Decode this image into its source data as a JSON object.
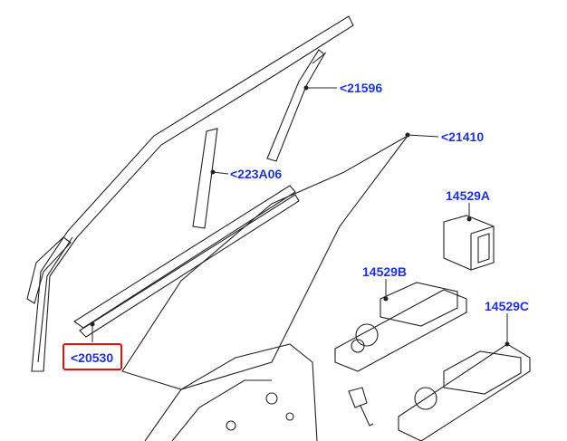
{
  "diagram": {
    "callouts": [
      {
        "id": "21596",
        "text": "<21596"
      },
      {
        "id": "21410",
        "text": "<21410"
      },
      {
        "id": "223A06",
        "text": "<223A06"
      },
      {
        "id": "14529A",
        "text": "14529A"
      },
      {
        "id": "14529B",
        "text": "14529B"
      },
      {
        "id": "14529C",
        "text": "14529C"
      },
      {
        "id": "20530",
        "text": "<20530",
        "highlighted": true
      }
    ],
    "colors": {
      "label": "#2233cc",
      "highlight": "#e01010",
      "line": "#222222"
    }
  }
}
